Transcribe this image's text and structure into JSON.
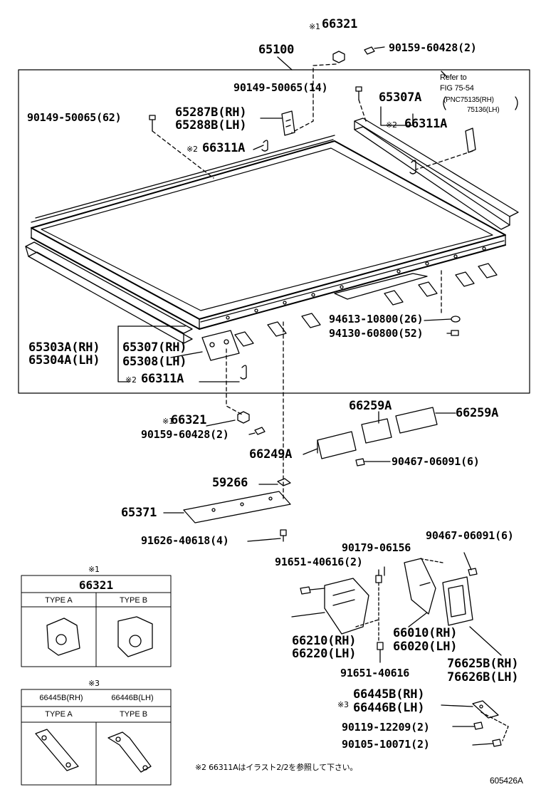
{
  "diagram_id": "605426A",
  "top_part": "65100",
  "labels": {
    "p66321_top": "66321",
    "m1_top": "※1",
    "p90159_top": "90159-60428(2)",
    "p90149_14": "90149-50065(14)",
    "p90149_62": "90149-50065(62)",
    "refer_to": "Refer to",
    "refer_fig": "FIG 75-54",
    "refer_pnc_rh": "(PNC75135(RH)",
    "refer_pnc_lh": "75136(LH)",
    "p65307A": "65307A",
    "p66311A_r": "66311A",
    "p65287B": "65287B(RH)",
    "p65288B": "65288B(LH)",
    "p66311A_l": "66311A",
    "p94613": "94613-10800(26)",
    "p94130": "94130-60800(52)",
    "p65303A": "65303A(RH)",
    "p65304A": "65304A(LH)",
    "p65307": "65307(RH)",
    "p65308": "65308(LH)",
    "p66311A_b": "66311A",
    "p66321_mid": "66321",
    "p90159_mid": "90159-60428(2)",
    "p66259A_a": "66259A",
    "p66259A_b": "66259A",
    "p66249A": "66249A",
    "p90467_a": "90467-06091(6)",
    "p59266": "59266",
    "p65371": "65371",
    "p91626": "91626-40618(4)",
    "p90179": "90179-06156",
    "p90467_b": "90467-06091(6)",
    "p91651_a": "91651-40616(2)",
    "p66210": "66210(RH)",
    "p66220": "66220(LH)",
    "p66010": "66010(RH)",
    "p66020": "66020(LH)",
    "p91651_b": "91651-40616",
    "p76625B": "76625B(RH)",
    "p76626B": "76626B(LH)",
    "p66445B": "66445B(RH)",
    "p66446B": "66446B(LH)",
    "p90119": "90119-12209(2)",
    "p90105": "90105-10071(2)",
    "note": "※2 66311Aはイラスト2/2を参照して下さい。"
  },
  "marks": {
    "m1": "※1",
    "m2": "※2",
    "m3": "※3"
  },
  "inset1": {
    "marker": "※1",
    "title": "66321",
    "type_a": "TYPE A",
    "type_b": "TYPE B"
  },
  "inset3": {
    "marker": "※3",
    "header_rh": "66445B(RH)",
    "header_lh": "66446B(LH)",
    "type_a": "TYPE A",
    "type_b": "TYPE B"
  }
}
